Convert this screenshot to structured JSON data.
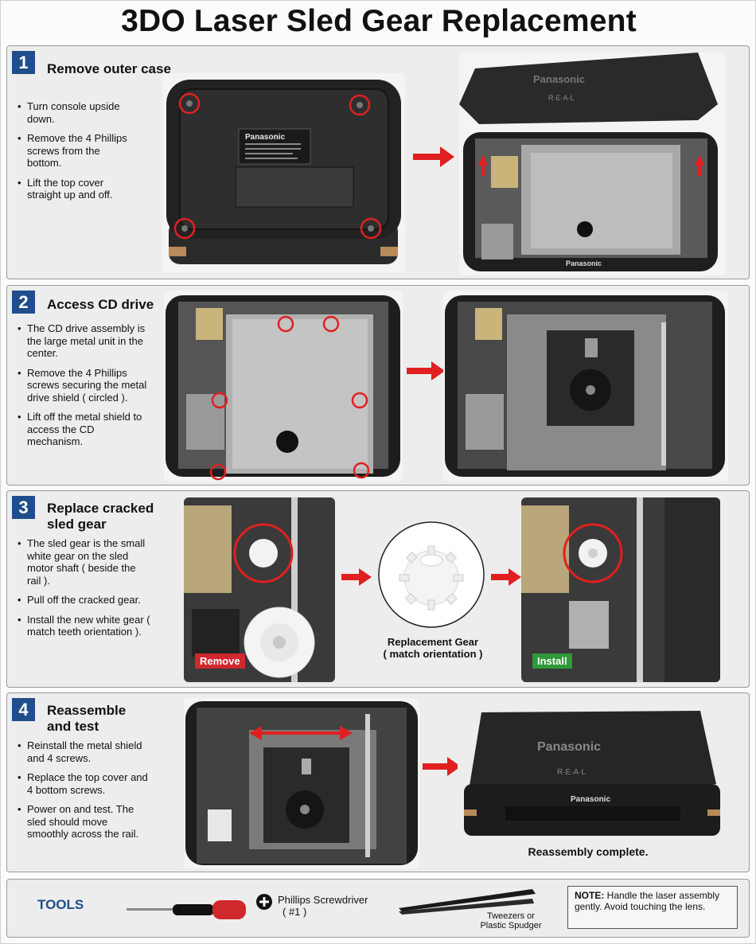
{
  "title": "3DO Laser Sled Gear Replacement",
  "colors": {
    "step_badge": "#1f4e8c",
    "arrow": "#e02020",
    "remove_tag": "#d0282d",
    "install_tag": "#2f9a3a",
    "callout_circle": "#e02020"
  },
  "steps": [
    {
      "number": "1",
      "title": "Remove outer case",
      "bullets": [
        "Turn console upside down.",
        "Remove the 4 Phillips screws from the bottom.",
        "Lift the top cover straight up and off."
      ],
      "bottom_label": {
        "brand": "Panasonic"
      },
      "top_cover": {
        "brand": "Panasonic",
        "logo": "R·E·A·L"
      },
      "open_console": {
        "brand": "Panasonic"
      }
    },
    {
      "number": "2",
      "title": "Access CD drive",
      "bullets": [
        "The CD drive assembly is the large metal unit in the center.",
        "Remove the 4 Phillips screws securing the metal drive shield ( circled ).",
        "Lift off the metal shield to access the CD mechanism."
      ]
    },
    {
      "number": "3",
      "title_lines": [
        "Replace cracked",
        "sled gear"
      ],
      "bullets": [
        "The sled gear is the small white gear on the sled motor shaft ( beside the rail ).",
        "Pull off the cracked gear.",
        "Install the new white gear ( match teeth orientation )."
      ],
      "remove_label": "Remove",
      "install_label": "Install",
      "replacement_caption_1": "Replacement Gear",
      "replacement_caption_2": "( match orientation )"
    },
    {
      "number": "4",
      "title_lines": [
        "Reassemble",
        "and test"
      ],
      "bullets": [
        "Reinstall the metal shield and 4 screws.",
        "Replace the top cover and 4 bottom screws.",
        "Power on and test. The sled should move smoothly across the rail."
      ],
      "final_caption": "Reassembly complete.",
      "console": {
        "brand": "Panasonic",
        "logo": "R·E·A·L",
        "front_brand": "Panasonic"
      }
    }
  ],
  "tools": {
    "label": "TOOLS",
    "screwdriver_line1": "Phillips Screwdriver",
    "screwdriver_line2": "( #1 )",
    "tweezers_line1": "Tweezers or",
    "tweezers_line2": "Plastic Spudger",
    "note_label": "NOTE:",
    "note_text": " Handle the laser assembly gently. Avoid touching the lens."
  }
}
